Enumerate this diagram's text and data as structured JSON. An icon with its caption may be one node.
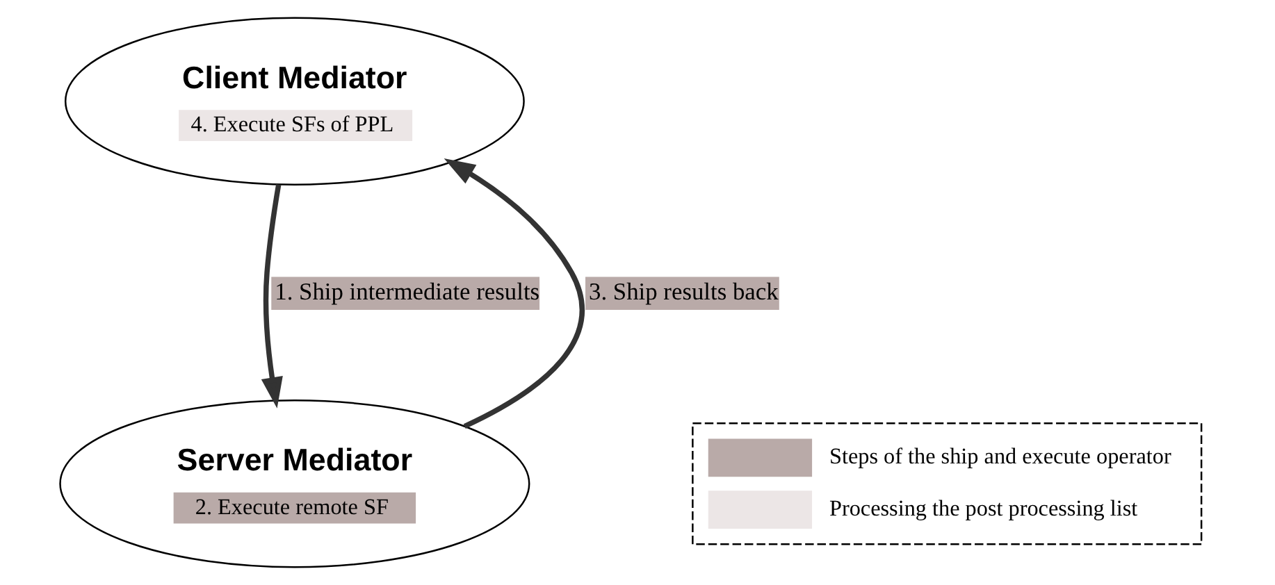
{
  "diagram": {
    "nodes": [
      {
        "text": [
          "Client Mediator",
          "4. Execute SFs of PPL"
        ]
      },
      {
        "text": [
          "Server Mediator",
          "2. Execute remote SF"
        ]
      }
    ],
    "edges": [
      {
        "from": 0,
        "to": 1,
        "arrow": "to",
        "label": "1. Ship intermediate results"
      },
      {
        "from": 1,
        "to": 0,
        "arrow": "to",
        "label": "3. Ship results back"
      }
    ],
    "legend": [
      {
        "text": "Steps of the ship and execute operator",
        "color": "#b9aaa8"
      },
      {
        "text": "Processing the post processing list",
        "color": "#ece6e6"
      }
    ]
  }
}
